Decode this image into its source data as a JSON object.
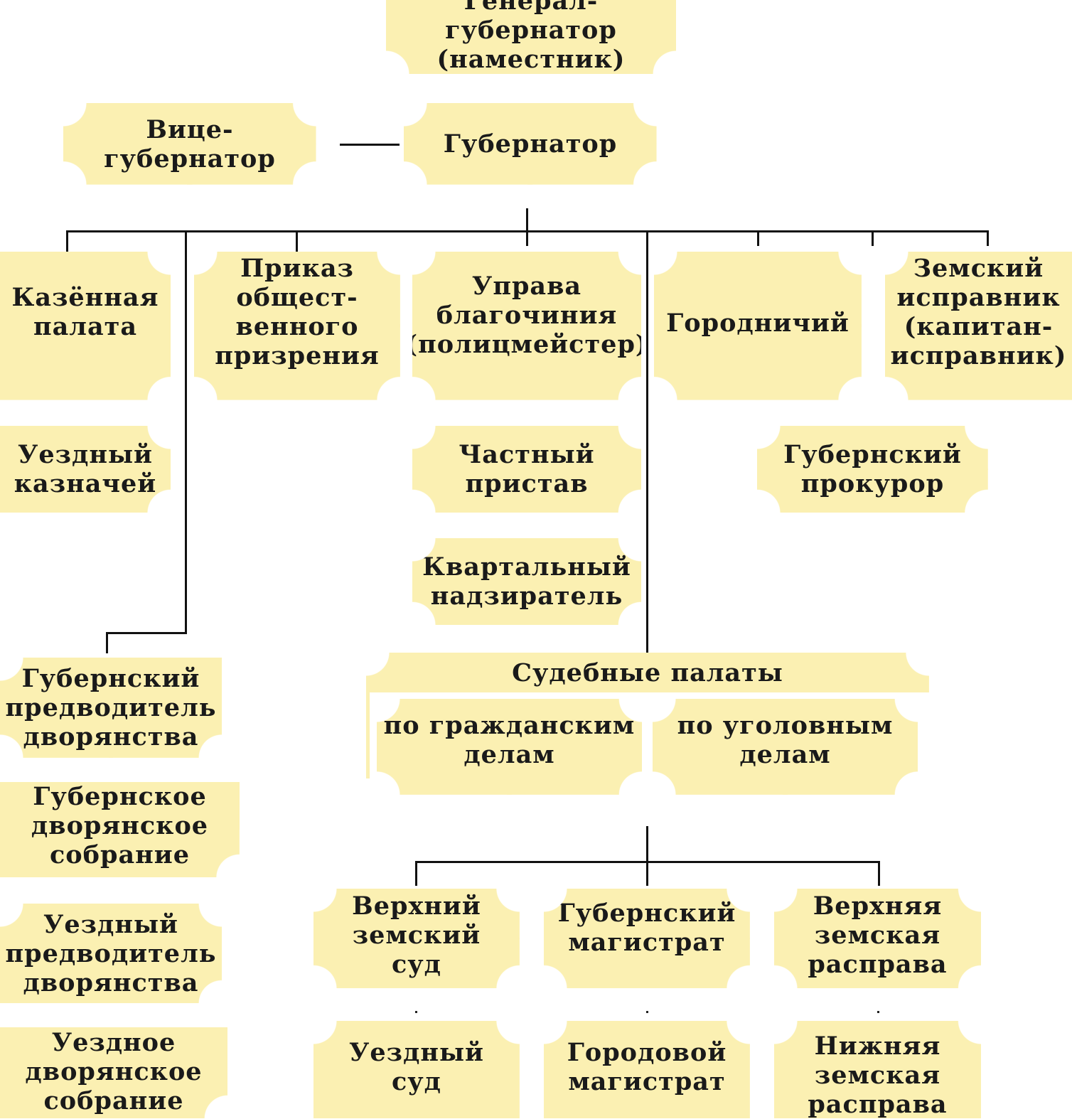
{
  "nodes": {
    "general_governor": "Генерал-губернатор\n(наместник)",
    "vice_governor": "Вице-губернатор",
    "governor": "Губернатор",
    "treasury_chamber": "Казённая\nпалата",
    "public_charity": "Приказ\nобщест-\nвенного\nпризрения",
    "deanery_board": "Управа\nблагочиния\n(полицмейстер)",
    "gorodnichy": "Городничий",
    "zemsky_ispravnik": "Земский\nисправник\n(капитан-\nисправник)",
    "uyezd_treasurer": "Уездный\nказначей",
    "private_bailiff": "Частный\nпристав",
    "gubernia_prosecutor": "Губернский\nпрокурор",
    "quarter_overseer": "Квартальный\nнадзиратель",
    "gubernia_marshal": "Губернский\nпредводитель\nдворянства",
    "judicial_chambers": "Судебные палаты",
    "civil_cases": "по гражданским\nделам",
    "criminal_cases": "по уголовным\nделам",
    "gubernia_assembly": "Губернское\nдворянское\nсобрание",
    "upper_zemsky_court": "Верхний\nземский\nсуд",
    "gubernia_magistrate": "Губернский\nмагистрат",
    "upper_zemsky_rasprava": "Верхняя\nземская\nрасправа",
    "uyezd_marshal": "Уездный\nпредводитель\nдворянства",
    "uyezd_assembly": "Уездное\nдворянское\nсобрание",
    "uyezd_court": "Уездный\nсуд",
    "town_magistrate": "Городовой\nмагистрат",
    "lower_zemsky_rasprava": "Нижняя\nземская\nрасправа"
  },
  "colors": {
    "box_fill": "#fbf0b2",
    "line": "#111111"
  }
}
